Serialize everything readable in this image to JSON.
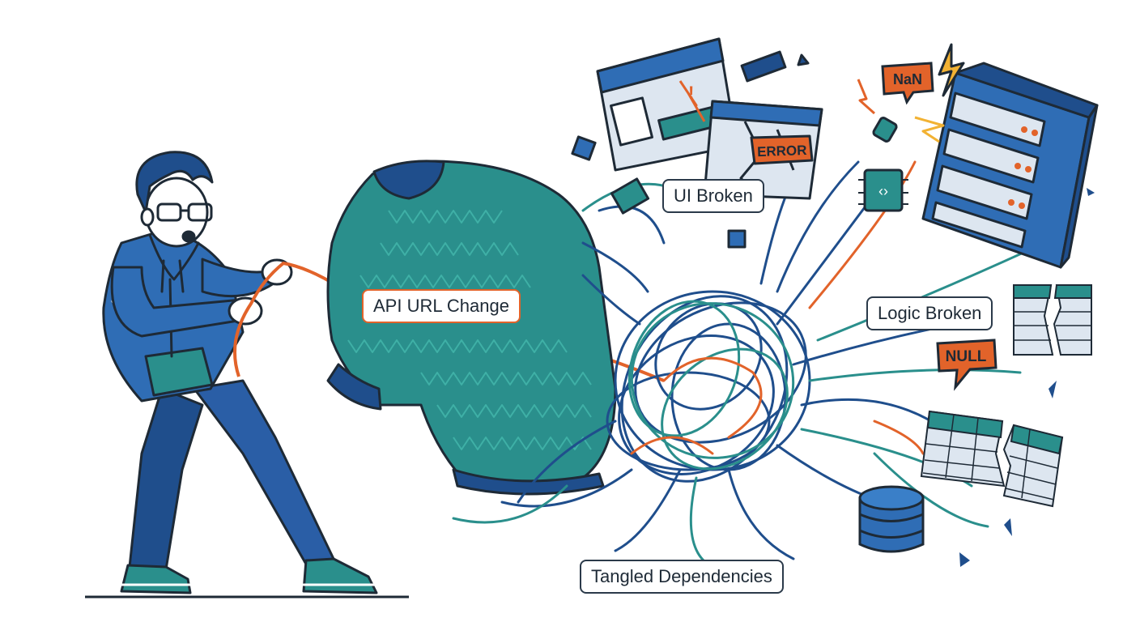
{
  "labels": {
    "api_url_change": "API URL Change",
    "ui_broken": "UI Broken",
    "logic_broken": "Logic Broken",
    "tangled_dependencies": "Tangled Dependencies"
  },
  "bubbles": {
    "nan": "NaN",
    "error": "ERROR",
    "null": "NULL"
  },
  "icons": {
    "chip_glyph": "‹›"
  },
  "colors": {
    "ink": "#1e2a36",
    "navy": "#1f4e8c",
    "blue": "#2f6db5",
    "teal": "#2a8f8c",
    "teal_light": "#3fb0a6",
    "orange": "#e2632a",
    "yellow": "#f2b233",
    "screen_gray": "#dde6f0"
  }
}
